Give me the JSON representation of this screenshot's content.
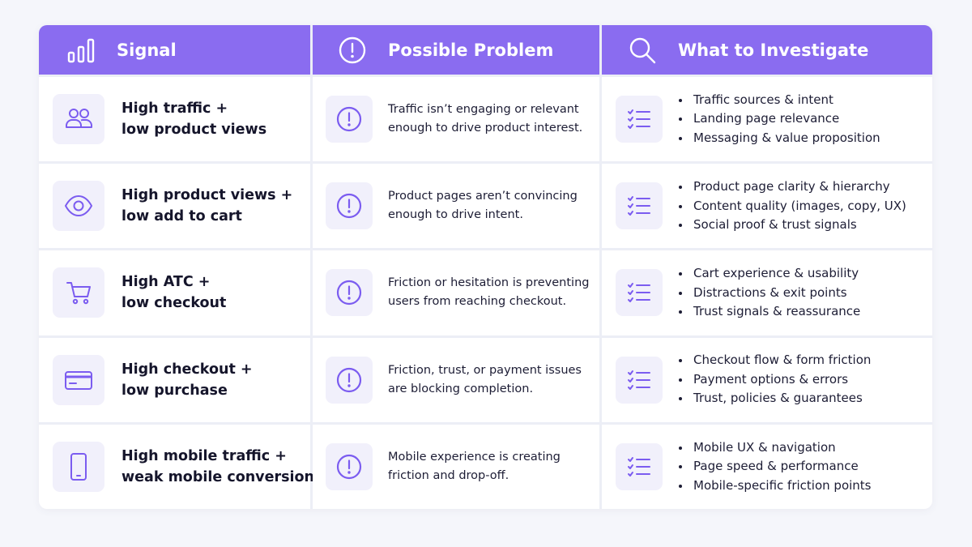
{
  "colors": {
    "accent": "#8a6cf0",
    "icon": "#7b5cf0",
    "tile": "#f1f0fb",
    "page_background": "#f5f6fb"
  },
  "headers": {
    "signal": {
      "label": "Signal",
      "icon": "bar-chart-icon"
    },
    "problem": {
      "label": "Possible Problem",
      "icon": "alert-circle-icon"
    },
    "investigate": {
      "label": "What to Investigate",
      "icon": "search-icon"
    }
  },
  "rows": [
    {
      "icon": "users-icon",
      "signal": [
        "High traffic +",
        "low product views"
      ],
      "problem": [
        "Traffic isn’t engaging or relevant",
        "enough to drive product interest."
      ],
      "investigate": [
        "Traffic sources & intent",
        "Landing page relevance",
        "Messaging & value proposition"
      ]
    },
    {
      "icon": "eye-icon",
      "signal": [
        "High product views +",
        "low add to cart"
      ],
      "problem": [
        "Product pages aren’t convincing",
        "enough to drive intent."
      ],
      "investigate": [
        "Product page clarity & hierarchy",
        "Content quality (images, copy, UX)",
        "Social proof & trust signals"
      ]
    },
    {
      "icon": "cart-icon",
      "signal": [
        "High ATC +",
        "low checkout"
      ],
      "problem": [
        "Friction or hesitation is preventing",
        "users from reaching checkout."
      ],
      "investigate": [
        "Cart experience & usability",
        "Distractions & exit points",
        "Trust signals & reassurance"
      ]
    },
    {
      "icon": "credit-card-icon",
      "signal": [
        "High checkout +",
        "low purchase"
      ],
      "problem": [
        "Friction, trust, or payment issues",
        "are blocking completion."
      ],
      "investigate": [
        "Checkout flow & form friction",
        "Payment options & errors",
        "Trust, policies & guarantees"
      ]
    },
    {
      "icon": "smartphone-icon",
      "signal": [
        "High mobile traffic +",
        "weak mobile conversion"
      ],
      "problem": [
        "Mobile experience is creating",
        "friction and drop-off."
      ],
      "investigate": [
        "Mobile UX & navigation",
        "Page speed & performance",
        "Mobile-specific friction points"
      ]
    }
  ]
}
